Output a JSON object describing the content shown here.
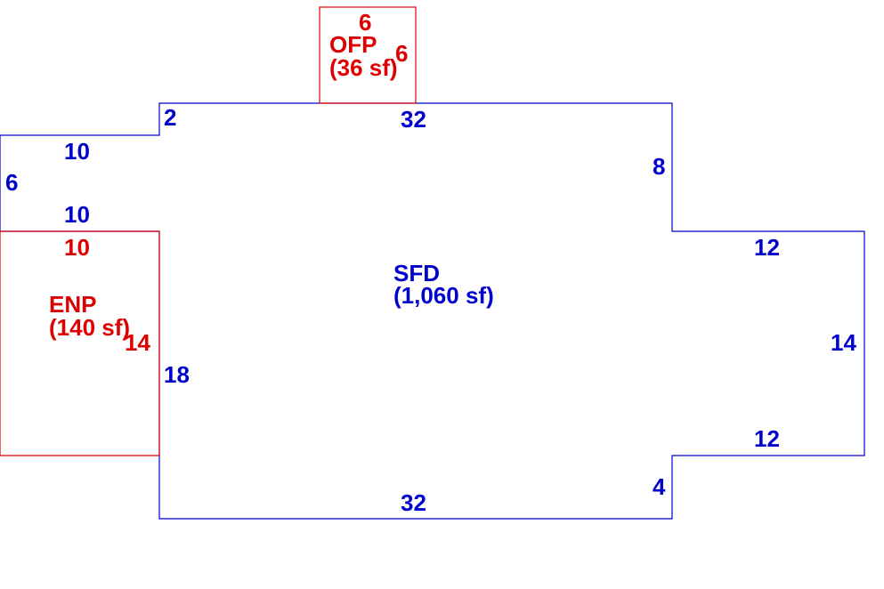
{
  "colors": {
    "sfd": "#0000cc",
    "porch": "#dd0000",
    "background": "#ffffff"
  },
  "areas": {
    "sfd": {
      "code": "SFD",
      "area": "(1,060 sf)"
    },
    "ofp": {
      "code": "OFP",
      "area": "(36 sf)"
    },
    "enp": {
      "code": "ENP",
      "area": "(140 sf)"
    }
  },
  "dimensions": {
    "sfd_step_left": "2",
    "sfd_top": "32",
    "sfd_wing_top": "10",
    "sfd_wing_side": "6",
    "sfd_wing_bottom": "10",
    "sfd_right_upper": "8",
    "sfd_bump_top": "12",
    "sfd_bump_side": "14",
    "sfd_bump_bottom": "12",
    "sfd_right_lower": "4",
    "sfd_bottom": "32",
    "sfd_left": "18",
    "ofp_top": "6",
    "ofp_side": "6",
    "enp_top": "10",
    "enp_side": "14"
  }
}
